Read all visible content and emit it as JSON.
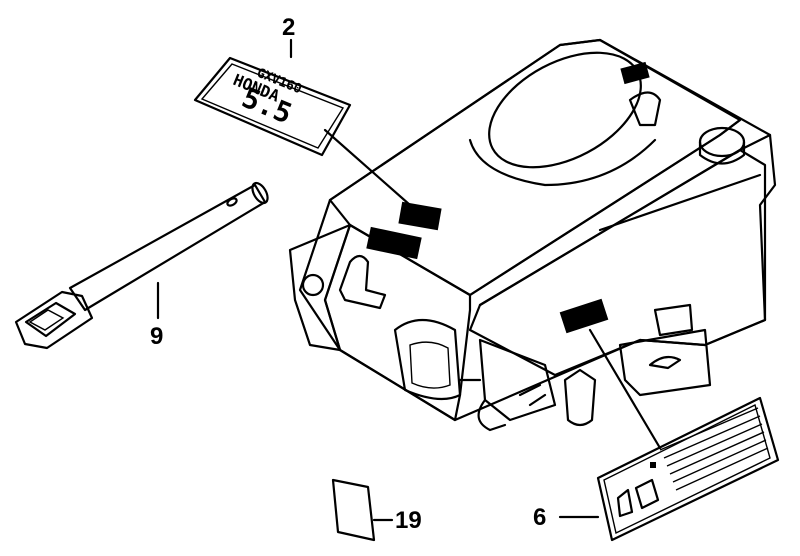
{
  "callouts": {
    "part_2": "2",
    "part_6": "6",
    "part_9": "9",
    "part_19": "19"
  },
  "label_decal": {
    "line1": "GXV160",
    "line2": "HONDA",
    "line3": "5.5"
  }
}
